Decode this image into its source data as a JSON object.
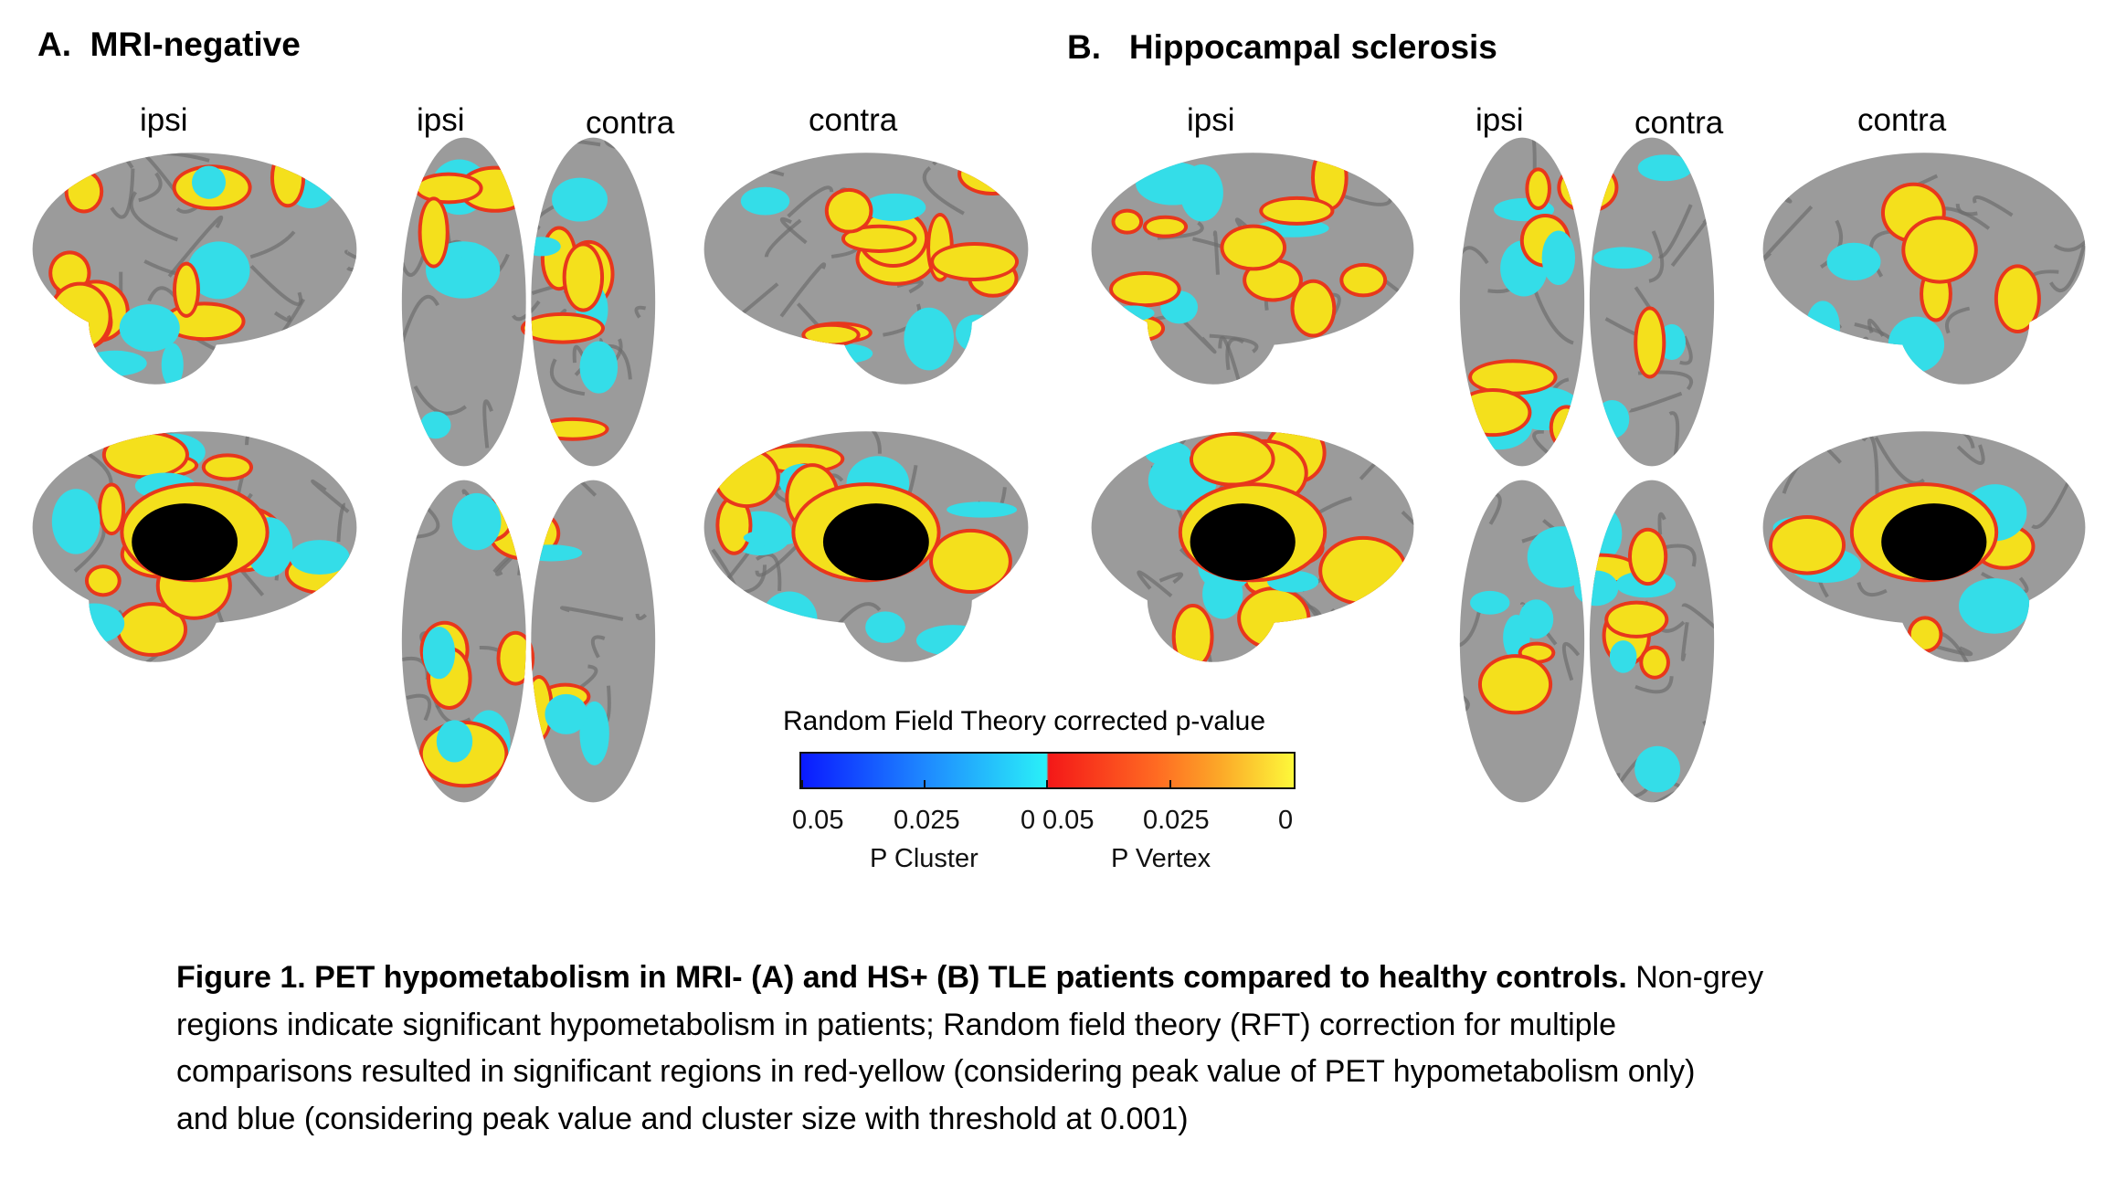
{
  "panels": [
    {
      "letter": "A.",
      "title": "MRI-negative",
      "labels": {
        "lateral_ipsi": "ipsi",
        "top_ipsi": "ipsi",
        "top_contra": "contra",
        "lateral_contra": "contra"
      }
    },
    {
      "letter": "B.",
      "title": "Hippocampal sclerosis",
      "labels": {
        "lateral_ipsi": "ipsi",
        "top_ipsi": "ipsi",
        "top_contra": "contra",
        "lateral_contra": "contra"
      }
    }
  ],
  "colorbar": {
    "title": "Random Field Theory corrected p-value",
    "cluster_ticks": [
      "0.05",
      "0.025",
      "0"
    ],
    "vertex_ticks": [
      "0.05",
      "0.025",
      "0"
    ],
    "cluster_label": "P Cluster",
    "vertex_label": "P Vertex",
    "colors": {
      "cluster_low": "#0a1aff",
      "cluster_high": "#2af0f8",
      "vertex_low": "#f41818",
      "vertex_high": "#fdf83a"
    }
  },
  "caption": {
    "bold": "Figure 1. PET hypometabolism in MRI- (A) and HS+ (B) TLE patients compared to healthy controls.",
    "line1_rest": " Non-grey",
    "line2": "regions indicate significant hypometabolism in patients;  Random field theory (RFT) correction for multiple",
    "line3": "comparisons resulted in significant regions in red-yellow (considering peak value of PET hypometabolism only)",
    "line4": "and blue (considering peak value and cluster size with threshold at 0.001)"
  },
  "colors": {
    "cortex": "#9b9b9b",
    "yellow": "#f4e01c",
    "cyan": "#34dde8",
    "red": "#e8371c",
    "blue": "#1a5cff"
  }
}
